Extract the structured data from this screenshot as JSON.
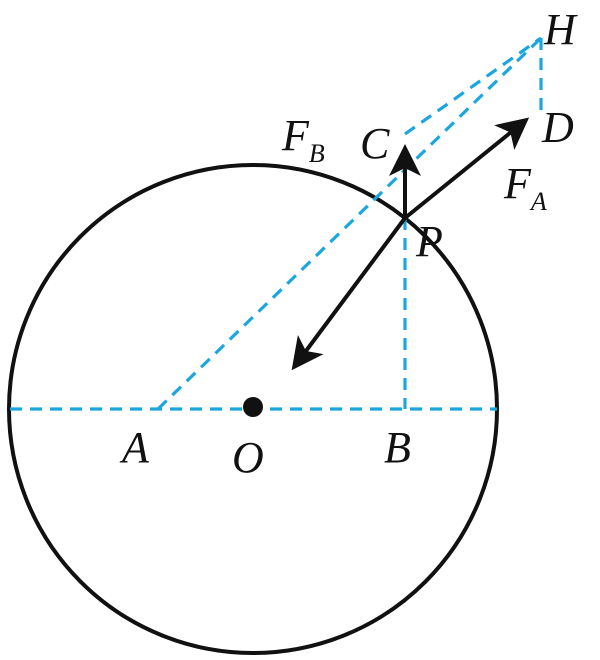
{
  "labels": {
    "A": "A",
    "O": "O",
    "B": "B",
    "P": "P",
    "C": "C",
    "D": "D",
    "H": "H",
    "F": "F",
    "sub_A": "A",
    "sub_B": "B"
  },
  "colors": {
    "ink": "#111111",
    "dashed": "#1ba6e0"
  }
}
